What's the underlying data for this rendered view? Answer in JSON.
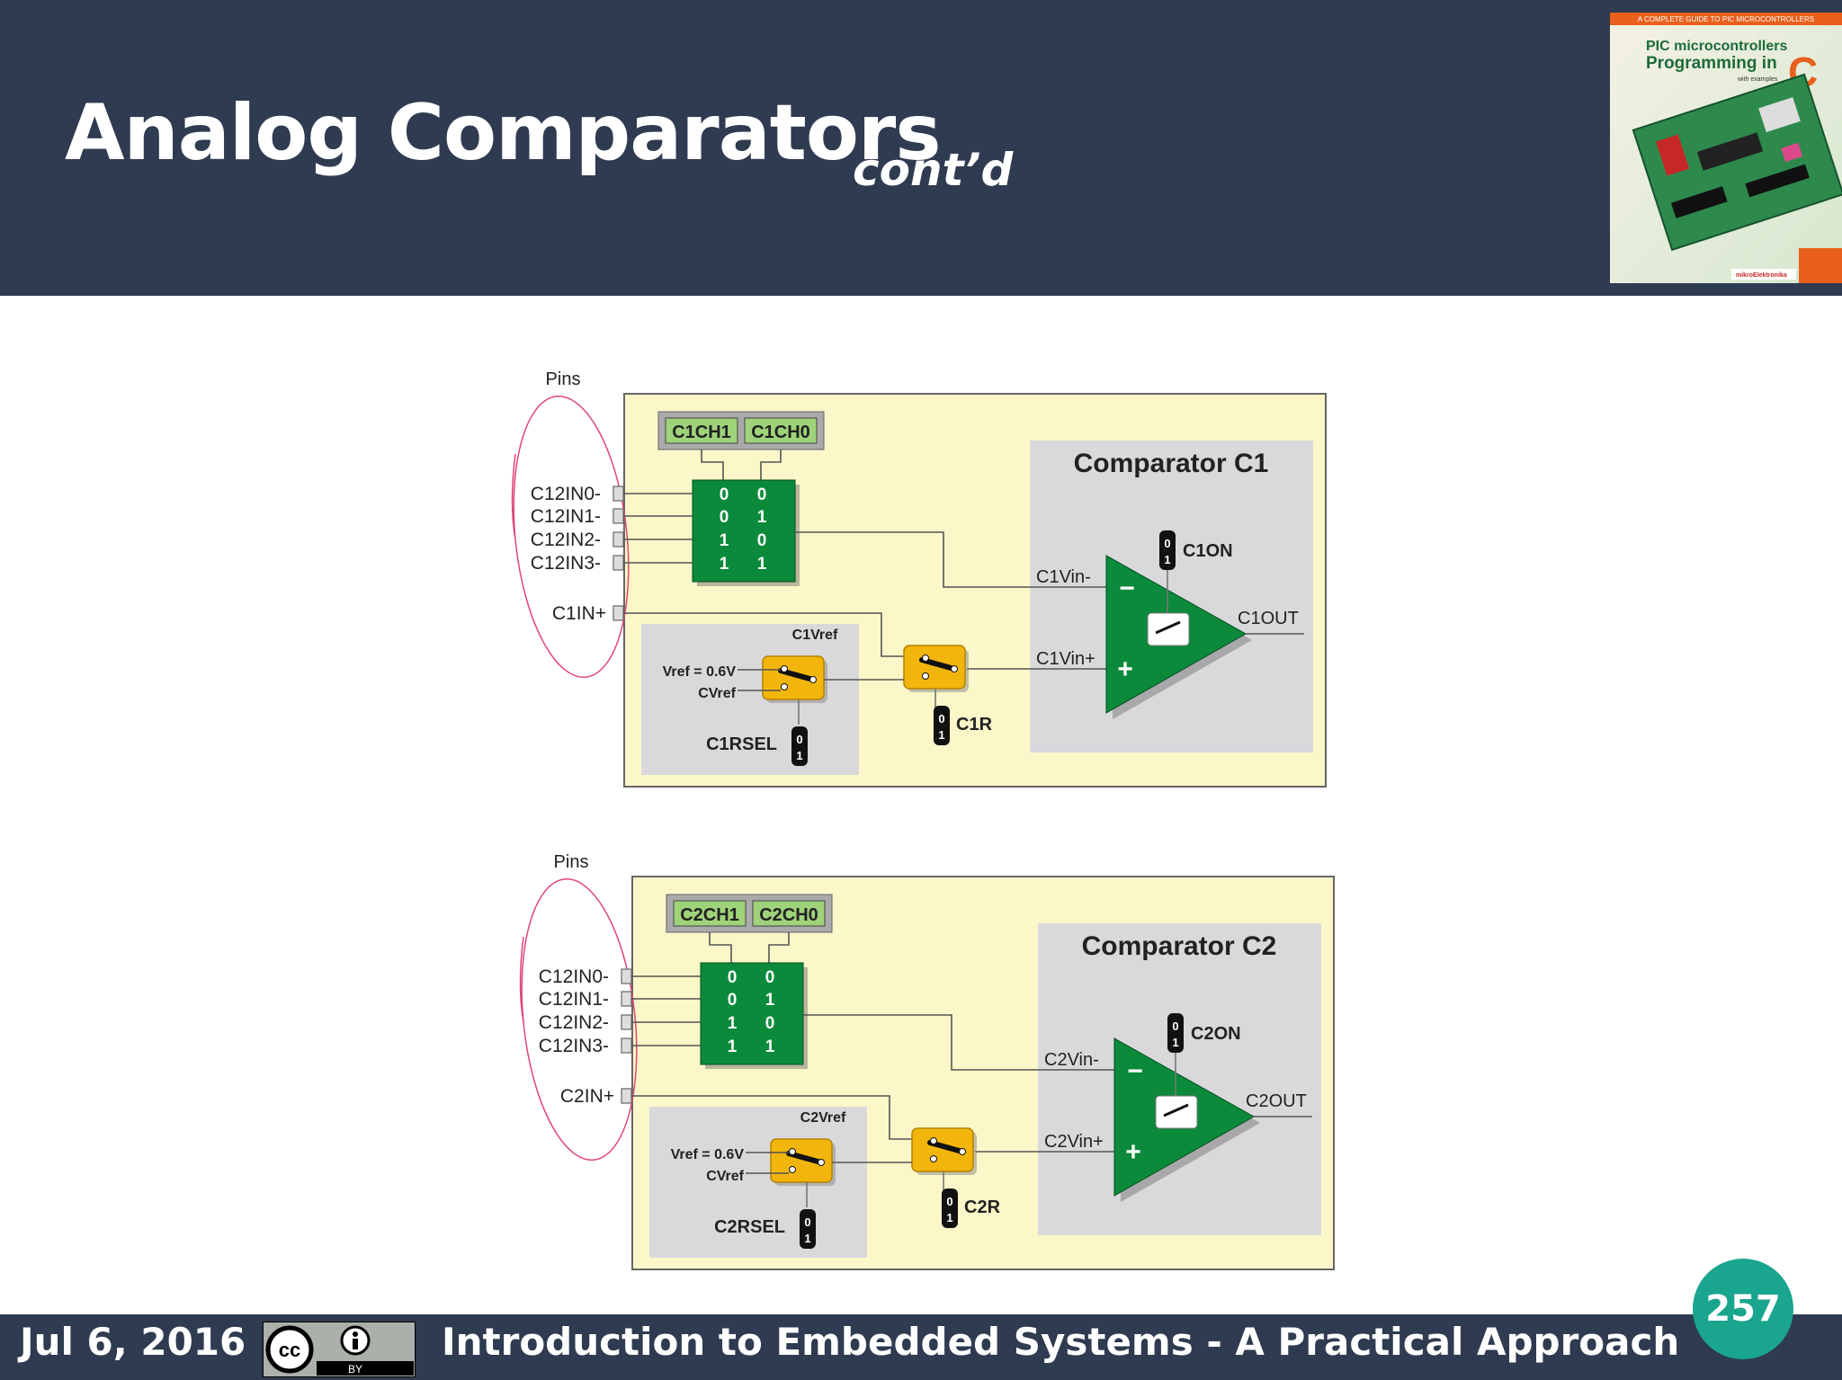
{
  "slide": {
    "title": "Analog Comparators",
    "subtitle": "cont’d",
    "date": "Jul 6, 2016",
    "course": "Introduction to Embedded Systems - A Practical Approach",
    "page": "257",
    "license": {
      "cc": "cc",
      "by": "BY"
    }
  },
  "book_cover": {
    "banner": "A COMPLETE GUIDE TO PIC MICROCONTROLLERS",
    "line1": "PIC microcontrollers",
    "line2": "Programming in",
    "letter": "C",
    "with_examples": "with examples",
    "publisher": "mikroElektronika"
  },
  "colors": {
    "header_bg": "#2e3b50",
    "page_badge": "#1aa58e",
    "panel_bg": "#fbf7c8",
    "comparator_bg": "#d9d9dc",
    "mux_green": "#0a8a3a",
    "switch_yellow": "#f2b50c"
  },
  "comparators": [
    {
      "pins_label": "Pins",
      "inputs": [
        "C12IN0-",
        "C12IN1-",
        "C12IN2-",
        "C12IN3-"
      ],
      "plus_input": "C1IN+",
      "select_bits": [
        "C1CH1",
        "C1CH0"
      ],
      "mux_rows": [
        [
          "0",
          "0"
        ],
        [
          "0",
          "1"
        ],
        [
          "1",
          "0"
        ],
        [
          "1",
          "1"
        ]
      ],
      "title": "Comparator C1",
      "on_label": "C1ON",
      "vin_minus": "C1Vin-",
      "vin_plus": "C1Vin+",
      "out": "C1OUT",
      "vref_title": "C1Vref",
      "vref_fixed": "Vref = 0.6V",
      "cvref": "CVref",
      "rsel": "C1RSEL",
      "r_label": "C1R",
      "bit0": "0",
      "bit1": "1",
      "minus_sign": "−",
      "plus_sign": "+"
    },
    {
      "pins_label": "Pins",
      "inputs": [
        "C12IN0-",
        "C12IN1-",
        "C12IN2-",
        "C12IN3-"
      ],
      "plus_input": "C2IN+",
      "select_bits": [
        "C2CH1",
        "C2CH0"
      ],
      "mux_rows": [
        [
          "0",
          "0"
        ],
        [
          "0",
          "1"
        ],
        [
          "1",
          "0"
        ],
        [
          "1",
          "1"
        ]
      ],
      "title": "Comparator C2",
      "on_label": "C2ON",
      "vin_minus": "C2Vin-",
      "vin_plus": "C2Vin+",
      "out": "C2OUT",
      "vref_title": "C2Vref",
      "vref_fixed": "Vref = 0.6V",
      "cvref": "CVref",
      "rsel": "C2RSEL",
      "r_label": "C2R",
      "bit0": "0",
      "bit1": "1",
      "minus_sign": "−",
      "plus_sign": "+"
    }
  ]
}
